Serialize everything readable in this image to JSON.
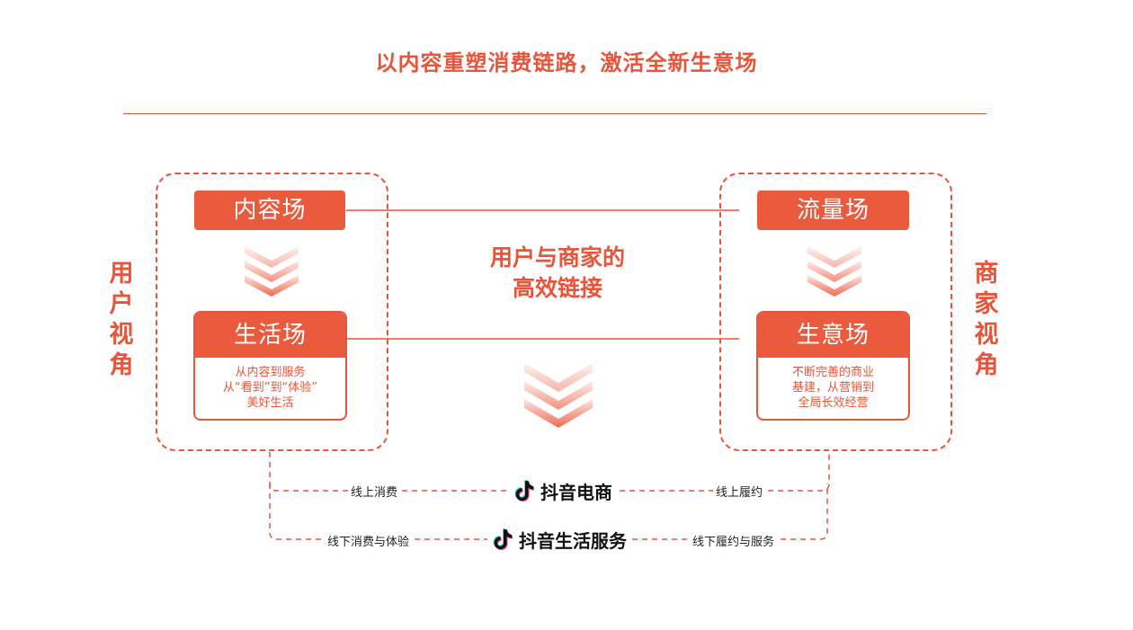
{
  "title": "以内容重塑消费链路，激活全新生意场",
  "left": {
    "side_label": [
      "用",
      "户",
      "视",
      "角"
    ],
    "top_box": "内容场",
    "bottom_box": "生活场",
    "desc": [
      "从内容到服务",
      "从“看到”到“体验”",
      "美好生活"
    ]
  },
  "right": {
    "side_label": [
      "商",
      "家",
      "视",
      "角"
    ],
    "top_box": "流量场",
    "bottom_box": "生意场",
    "desc": [
      "不断完善的商业",
      "基建，从营销到",
      "全局长效经营"
    ]
  },
  "center": {
    "line1": "用户与商家的",
    "line2": "高效链接"
  },
  "bottom": {
    "row1": {
      "left": "线上消费",
      "brand": "抖音电商",
      "right": "线上履约"
    },
    "row2": {
      "left": "线下消费与体验",
      "brand": "抖音生活服务",
      "right": "线下履约与服务"
    }
  },
  "colors": {
    "accent": "#ea5a3c",
    "text": "#222222"
  },
  "icons": [
    "chevron-down-icon",
    "douyin-logo-icon"
  ]
}
